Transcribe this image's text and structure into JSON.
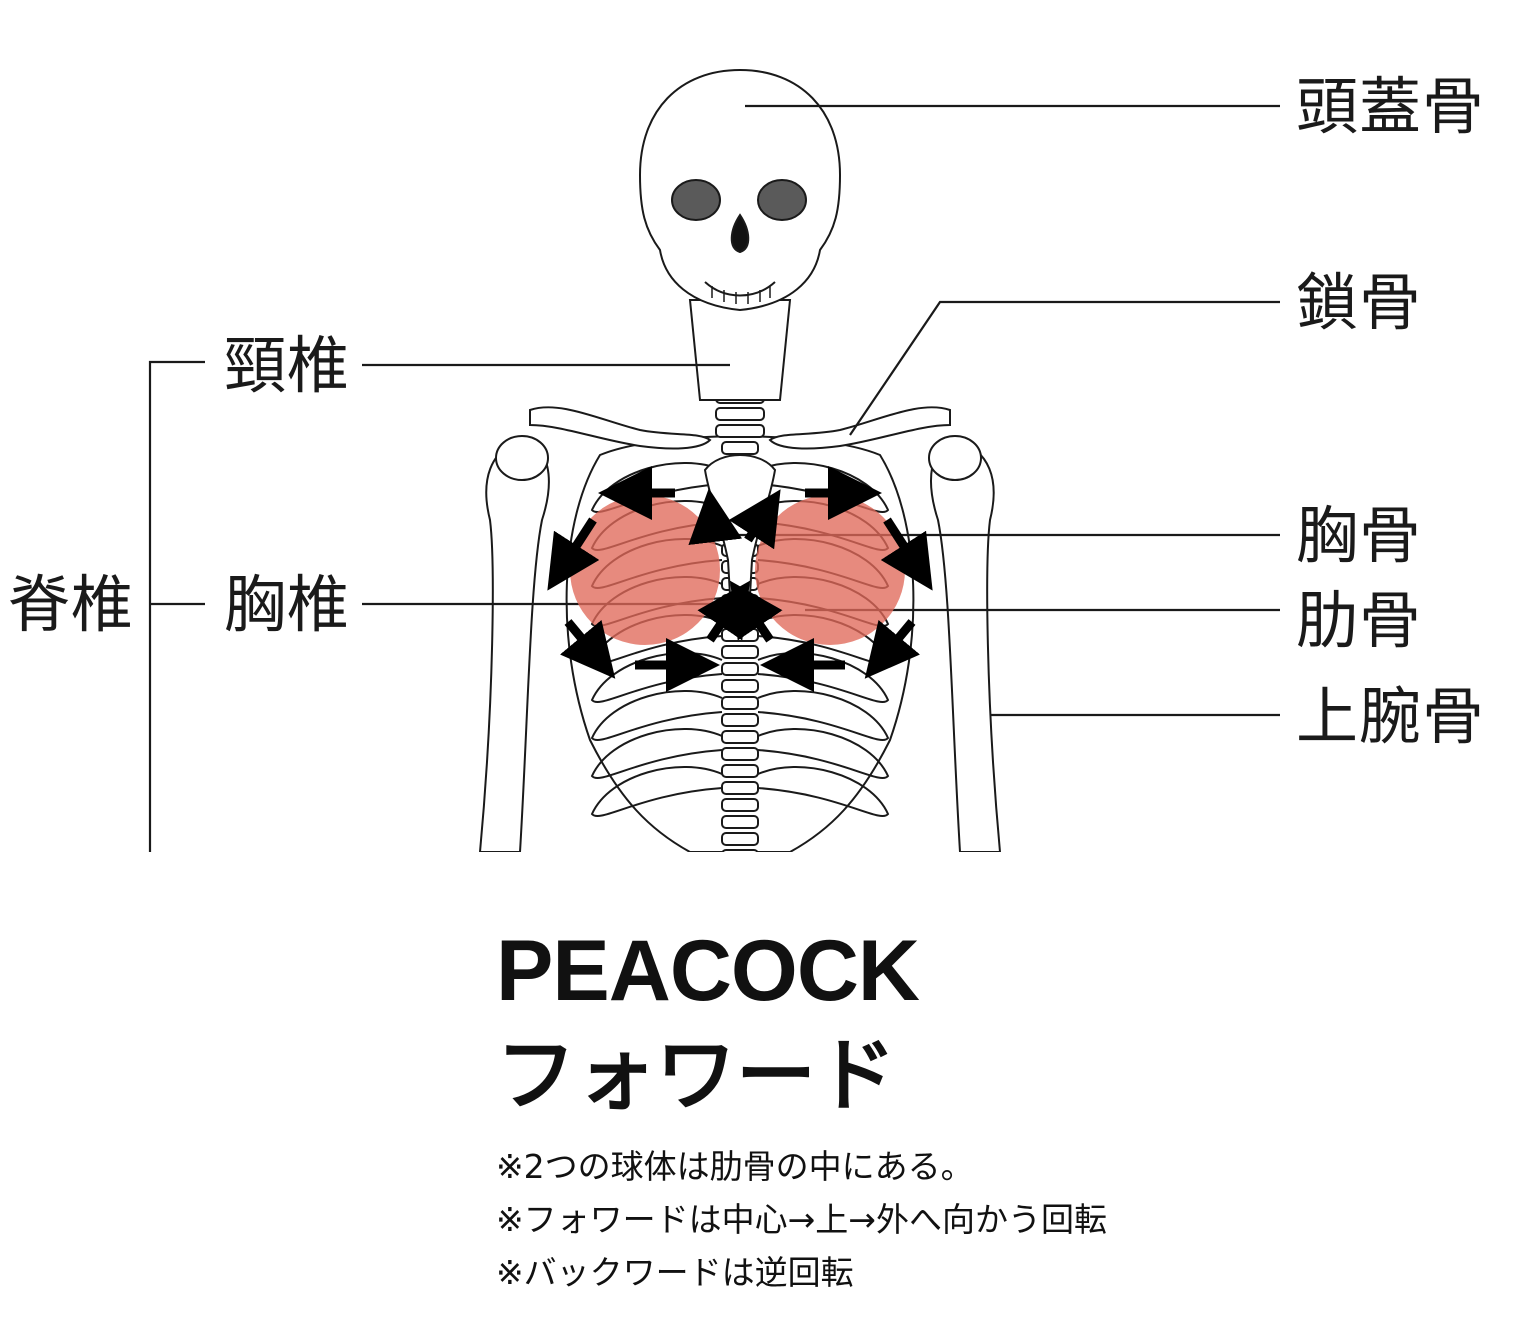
{
  "labels": {
    "skull": "頭蓋骨",
    "clavicle": "鎖骨",
    "sternum": "胸骨",
    "rib": "肋骨",
    "humerus": "上腕骨",
    "cervical": "頸椎",
    "thoracic": "胸椎",
    "spine": "脊椎"
  },
  "title": "PEACOCK",
  "subtitle": "フォワード",
  "notes": [
    "※2つの球体は肋骨の中にある。",
    "※フォワードは中心→上→外へ向かう回転",
    "※バックワードは逆回転"
  ],
  "colors": {
    "sphere": "#e0695a",
    "bone_stroke": "#1a1a1a",
    "orbit": "#555555",
    "arrow": "#000000"
  },
  "icons": [
    "skeleton-illustration",
    "rotation-arrow-icon"
  ]
}
